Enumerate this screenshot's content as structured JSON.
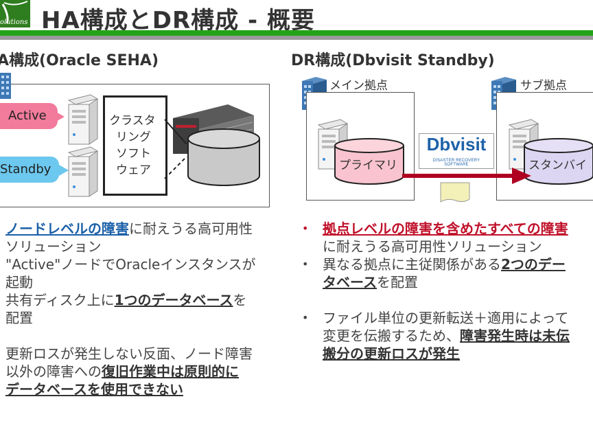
{
  "header": {
    "logo_text": "olutions",
    "title": "HA構成とDR構成 - 概要"
  },
  "ha": {
    "heading": "A構成(Oracle SEHA)",
    "active_label": "Active",
    "standby_label": "Standby",
    "cluster_lines": [
      "クラスタ",
      "リング",
      "ソフト",
      "ウェア"
    ],
    "lines": [
      {
        "parts": [
          {
            "t": "ノードレベルの障害",
            "style": "blue-link"
          },
          {
            "t": "に耐えうる高可用性"
          }
        ]
      },
      {
        "parts": [
          {
            "t": "ソリューション"
          }
        ]
      },
      {
        "parts": [
          {
            "t": "\"Active\"ノードでOracleインスタンスが"
          }
        ]
      },
      {
        "parts": [
          {
            "t": "起動"
          }
        ]
      },
      {
        "parts": [
          {
            "t": "共有ディスク上に"
          },
          {
            "t": "1つのデータベース",
            "style": "u"
          },
          {
            "t": "を"
          }
        ]
      },
      {
        "parts": [
          {
            "t": "配置"
          }
        ]
      },
      {
        "parts": []
      },
      {
        "parts": [
          {
            "t": "更新ロスが発生しない反面、ノード障害"
          }
        ]
      },
      {
        "parts": [
          {
            "t": "以外の障害への"
          },
          {
            "t": "復旧作業中は原則的に",
            "style": "u"
          }
        ]
      },
      {
        "parts": [
          {
            "t": "データベースを使用できない",
            "style": "u"
          }
        ]
      }
    ]
  },
  "dr": {
    "heading": "DR構成(Dbvisit Standby)",
    "main_site": "メイン拠点",
    "sub_site": "サブ拠点",
    "primary_label": "プライマリ",
    "standby_label": "スタンバイ",
    "dbvisit_logo": "Dbvisit",
    "dbvisit_tagline": "DISASTER RECOVERY SOFTWARE",
    "bullet_char": "•",
    "lines": [
      {
        "bullet": true,
        "red": true,
        "parts": [
          {
            "t": "拠点レベルの障害を含めたすべての障害",
            "style": "red-link"
          }
        ]
      },
      {
        "bullet": false,
        "parts": [
          {
            "t": "に耐えうる高可用性ソリューション"
          }
        ]
      },
      {
        "bullet": true,
        "parts": [
          {
            "t": "異なる拠点に主従関係がある"
          },
          {
            "t": "2つのデー",
            "style": "u"
          }
        ]
      },
      {
        "bullet": false,
        "parts": [
          {
            "t": "タベース",
            "style": "u"
          },
          {
            "t": "を配置"
          }
        ]
      },
      {
        "bullet": false,
        "parts": []
      },
      {
        "bullet": true,
        "parts": [
          {
            "t": "ファイル単位の更新転送＋適用によって"
          }
        ]
      },
      {
        "bullet": false,
        "parts": [
          {
            "t": "変更を伝搬するため、"
          },
          {
            "t": "障害発生時は未伝",
            "style": "u"
          }
        ]
      },
      {
        "bullet": false,
        "parts": [
          {
            "t": "搬分の更新ロスが発生",
            "style": "u"
          }
        ]
      }
    ]
  },
  "colors": {
    "green": "#24a319",
    "active_pill": "#f27b9b",
    "standby_pill": "#6cc8ef",
    "primary_db": "#f9c4cf",
    "standby_db": "#ddd6f2",
    "arrow": "#b00022"
  }
}
